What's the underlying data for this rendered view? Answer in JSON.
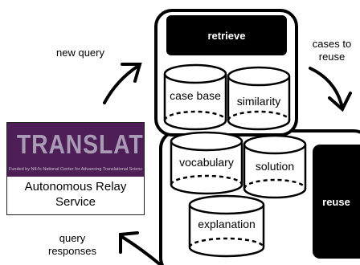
{
  "labels": {
    "new_query": "new query",
    "cases_to_reuse": "cases to\nreuse",
    "query_responses": "query\nresponses"
  },
  "logo": {
    "wordmark": "TRANSLATOR",
    "tagline": "Funded by NIH's National Center for Advancing Translational Sciences",
    "service_name": "Autonomous Relay\nService"
  },
  "boxes": {
    "retrieve": "retrieve",
    "reuse": "reuse"
  },
  "cylinders": {
    "case_base": "case base",
    "similarity": "similarity",
    "vocabulary": "vocabulary",
    "solution": "solution",
    "explanation": "explanation"
  },
  "colors": {
    "logo_banner": "#4e1f57",
    "logo_text": "#a99bb5"
  }
}
